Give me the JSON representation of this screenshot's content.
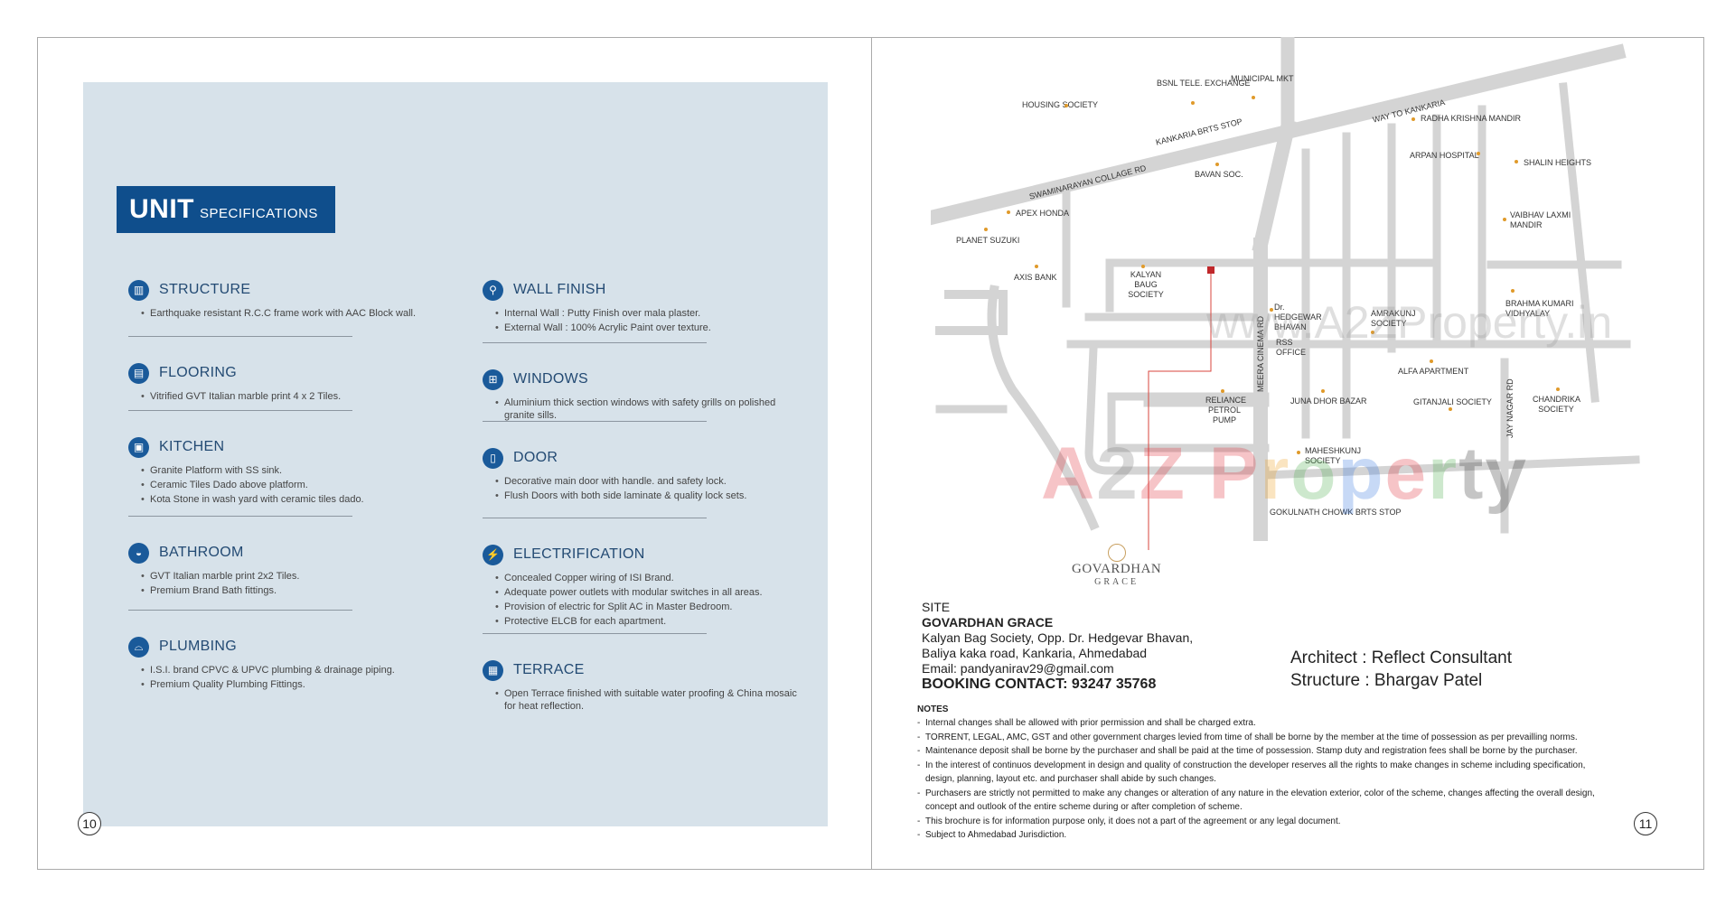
{
  "title": {
    "big": "UNIT",
    "small": "SPECIFICATIONS"
  },
  "specs_left": [
    {
      "name": "STRUCTURE",
      "icon": "building-icon",
      "items": [
        "Earthquake resistant R.C.C frame work with AAC Block wall."
      ]
    },
    {
      "name": "FLOORING",
      "icon": "floor-tiles-icon",
      "items": [
        "Vitrified GVT Italian marble print 4 x 2 Tiles."
      ]
    },
    {
      "name": "KITCHEN",
      "icon": "kitchen-icon",
      "items": [
        "Granite Platform with SS sink.",
        "Ceramic Tiles Dado above platform.",
        "Kota Stone in wash yard with ceramic tiles dado."
      ]
    },
    {
      "name": "BATHROOM",
      "icon": "bathtub-icon",
      "items": [
        "GVT Italian marble print 2x2 Tiles.",
        "Premium Brand Bath fittings."
      ]
    },
    {
      "name": "PLUMBING",
      "icon": "pipe-icon",
      "items": [
        "I.S.I. brand CPVC & UPVC plumbing & drainage piping.",
        "Premium Quality Plumbing Fittings."
      ]
    }
  ],
  "specs_right": [
    {
      "name": "WALL FINISH",
      "icon": "paint-brush-icon",
      "items": [
        "Internal Wall : Putty Finish over mala plaster.",
        "External Wall : 100% Acrylic Paint over texture."
      ]
    },
    {
      "name": "WINDOWS",
      "icon": "window-icon",
      "items": [
        "Aluminium thick section windows with safety grills on polished granite sills."
      ]
    },
    {
      "name": "DOOR",
      "icon": "door-icon",
      "items": [
        "Decorative main door with handle. and safety lock.",
        "Flush Doors with both side laminate & quality lock sets."
      ]
    },
    {
      "name": "ELECTRIFICATION",
      "icon": "lightning-icon",
      "items": [
        "Concealed Copper wiring of ISI Brand.",
        "Adequate power outlets with modular switches in all areas.",
        "Provision of electric for Split AC in Master Bedroom.",
        "Protective ELCB for each apartment."
      ]
    },
    {
      "name": "TERRACE",
      "icon": "terrace-grid-icon",
      "items": [
        "Open Terrace finished with suitable water proofing & China mosaic for heat reflection."
      ]
    }
  ],
  "page_left": "10",
  "page_right": "11",
  "map": {
    "roads": [
      "SWAMINARAYAN COLLAGE RD",
      "KANKARIA BRTS STOP",
      "WAY TO KANKARIA",
      "MEERA CINEMA RD",
      "JAY NAGAR RD",
      "GOKULNATH CHOWK BRTS STOP"
    ],
    "places": [
      "HOUSING SOCIETY",
      "BSNL TELE. EXCHANGE",
      "MUNICIPAL MKT",
      "RADHA KRISHNA MANDIR",
      "ARPAN HOSPITAL",
      "SHALIN HEIGHTS",
      "BAVAN SOC.",
      "APEX HONDA",
      "PLANET SUZUKI",
      "VAIBHAV LAXMI MANDIR",
      "AXIS BANK",
      "KALYAN BAUG SOCIETY",
      "Dr. HEDGEWAR BHAVAN",
      "AMRAKUNJ SOCIETY",
      "BRAHMA KUMARI VIDHYALAY",
      "RSS OFFICE",
      "ALFA APARTMENT",
      "RELIANCE PETROL PUMP",
      "JUNA DHOR BAZAR",
      "GITANJALI SOCIETY",
      "CHANDRIKA SOCIETY",
      "MAHESHKUNJ SOCIETY"
    ],
    "watermark_url": "www.A2ZProperty.in",
    "watermark_brand": "A2Z Property"
  },
  "logo": {
    "line1": "GOVARDHAN",
    "line2": "GRACE"
  },
  "site": {
    "label": "SITE",
    "name": "GOVARDHAN GRACE",
    "address1": "Kalyan Bag Society, Opp. Dr.  Hedgevar Bhavan,",
    "address2": "Baliya kaka road, Kankaria, Ahmedabad",
    "email": "Email: pandyanirav29@gmail.com",
    "booking": "BOOKING CONTACT: 93247 35768"
  },
  "credits": {
    "architect": "Architect : Reflect Consultant",
    "structure": "Structure : Bhargav Patel"
  },
  "notes": {
    "title": "NOTES",
    "items": [
      "Internal changes shall be allowed with prior permission and shall be charged extra.",
      "TORRENT, LEGAL, AMC, GST and other government charges levied from time of shall be borne by the member at the time of possession as per prevailling norms.",
      "Maintenance deposit shall be borne by the purchaser and shall be paid at the time of possession. Stamp duty and registration fees shall be borne by the purchaser.",
      "In the interest of continuos development in design and quality of construction the developer reserves all the rights to make changes in scheme including specification, design, planning, layout etc. and purchaser shall abide by such changes.",
      "Purchasers are strictly not permitted to make any changes or alteration of any nature in the elevation exterior, color of the scheme, changes affecting the overall design, concept and outlook of the entire scheme  during or after completion of scheme.",
      "This brochure is for information purpose only,  it does not a part of the agreement or any legal document.",
      "Subject to Ahmedabad Jurisdiction."
    ]
  },
  "colors": {
    "panel": "#d7e2ea",
    "brand": "#0f4e8c",
    "road": "#d4d4d4",
    "site_route": "#d9463e",
    "place_dot": "#e09a2a"
  }
}
